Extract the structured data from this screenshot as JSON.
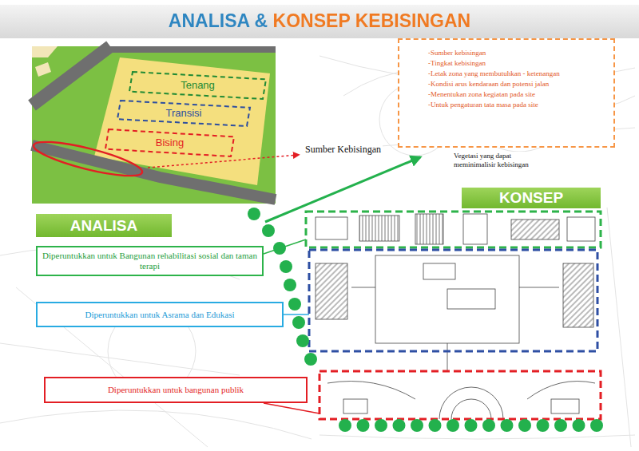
{
  "diagram": {
    "title": "ANALISA & KONSEP KEBISINGAN",
    "nodes": [
      {
        "text": [
          "Tenang"
        ]
      },
      {
        "text": [
          "Transisi"
        ]
      },
      {
        "text": [
          "Bising"
        ]
      },
      {
        "text": [
          "-Sumber kebisingan",
          "-Tingkat kebisingan",
          "-Letak zona yang membutuhkan - ketenangan",
          "-Kondisi arus kendaraan dan potensi jalan",
          "-Menentukan zona kegiatan pada site",
          "-Untuk pengaturan tata masa pada site"
        ]
      },
      {
        "text": [
          "KONSEP"
        ]
      },
      {
        "text": [
          "ANALISA"
        ]
      },
      {
        "text": [
          "Diperuntukkan untuk Bangunan rehabilitasi sosial dan taman terapi"
        ]
      },
      {
        "text": [
          "Diperuntukkan untuk Asrama dan Edukasi"
        ]
      },
      {
        "text": [
          "Diperuntukkan untuk bangunan publik"
        ]
      }
    ],
    "labels": [
      "Sumber Kebisingan",
      "Vegetasi yang dapat meminimalisir kebisingan"
    ]
  }
}
